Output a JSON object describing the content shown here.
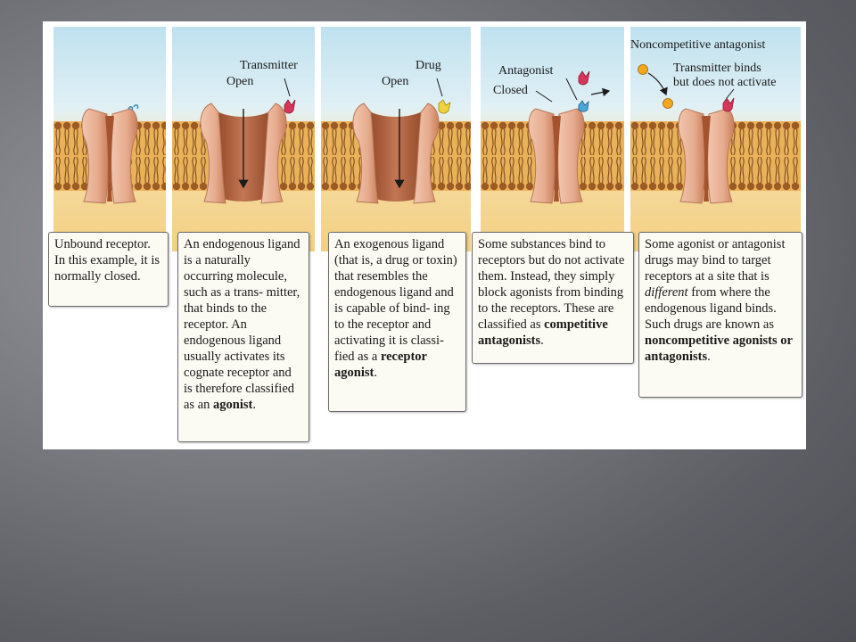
{
  "panels": [
    {
      "id": "unbound",
      "labels": {},
      "caption": {
        "text": "Unbound receptor. In this example, it is normally closed."
      }
    },
    {
      "id": "endogenous",
      "labels": {
        "transmitter": "Transmitter",
        "open": "Open"
      },
      "caption": {
        "pre": "An endogenous ligand is a naturally occurring molecule, such as a trans- mitter, that binds to the receptor. An endogenous ligand usually activates its cognate receptor and is therefore classified as an ",
        "bold": "agonist",
        "post": "."
      }
    },
    {
      "id": "exogenous",
      "labels": {
        "drug": "Drug",
        "open": "Open"
      },
      "caption": {
        "pre": "An exogenous ligand (that is, a drug or toxin) that resembles the endogenous ligand and is capable of bind- ing to the receptor and activating it is classi- fied as a ",
        "bold": "receptor agonist",
        "post": "."
      }
    },
    {
      "id": "competitive",
      "labels": {
        "antagonist": "Antagonist",
        "closed": "Closed"
      },
      "caption": {
        "pre": "Some substances bind to receptors but do not activate them. Instead, they simply block agonists from binding to the receptors.  These are classified as ",
        "bold": "competitive antagonists",
        "post": "."
      }
    },
    {
      "id": "noncompetitive",
      "labels": {
        "noncompetitive": "Noncompetitive antagonist",
        "binds_line1": "Transmitter binds",
        "binds_line2": "but does not activate"
      },
      "caption": {
        "pre": "Some agonist or antagonist drugs may bind to target receptors at a site that is ",
        "italic": "different",
        "mid": " from where the endogenous ligand binds. Such drugs are known as ",
        "bold": "noncompetitive agonists or antagonists",
        "post": "."
      }
    }
  ],
  "colors": {
    "channel": "#e8b49a",
    "channel_shadow": "#b56a48",
    "pore": "#a5532e",
    "transmitter": "#d8355a",
    "drug": "#f0d23c",
    "antagonist": "#4aa6d8",
    "noncompetitive_ball": "#f2a71f"
  }
}
